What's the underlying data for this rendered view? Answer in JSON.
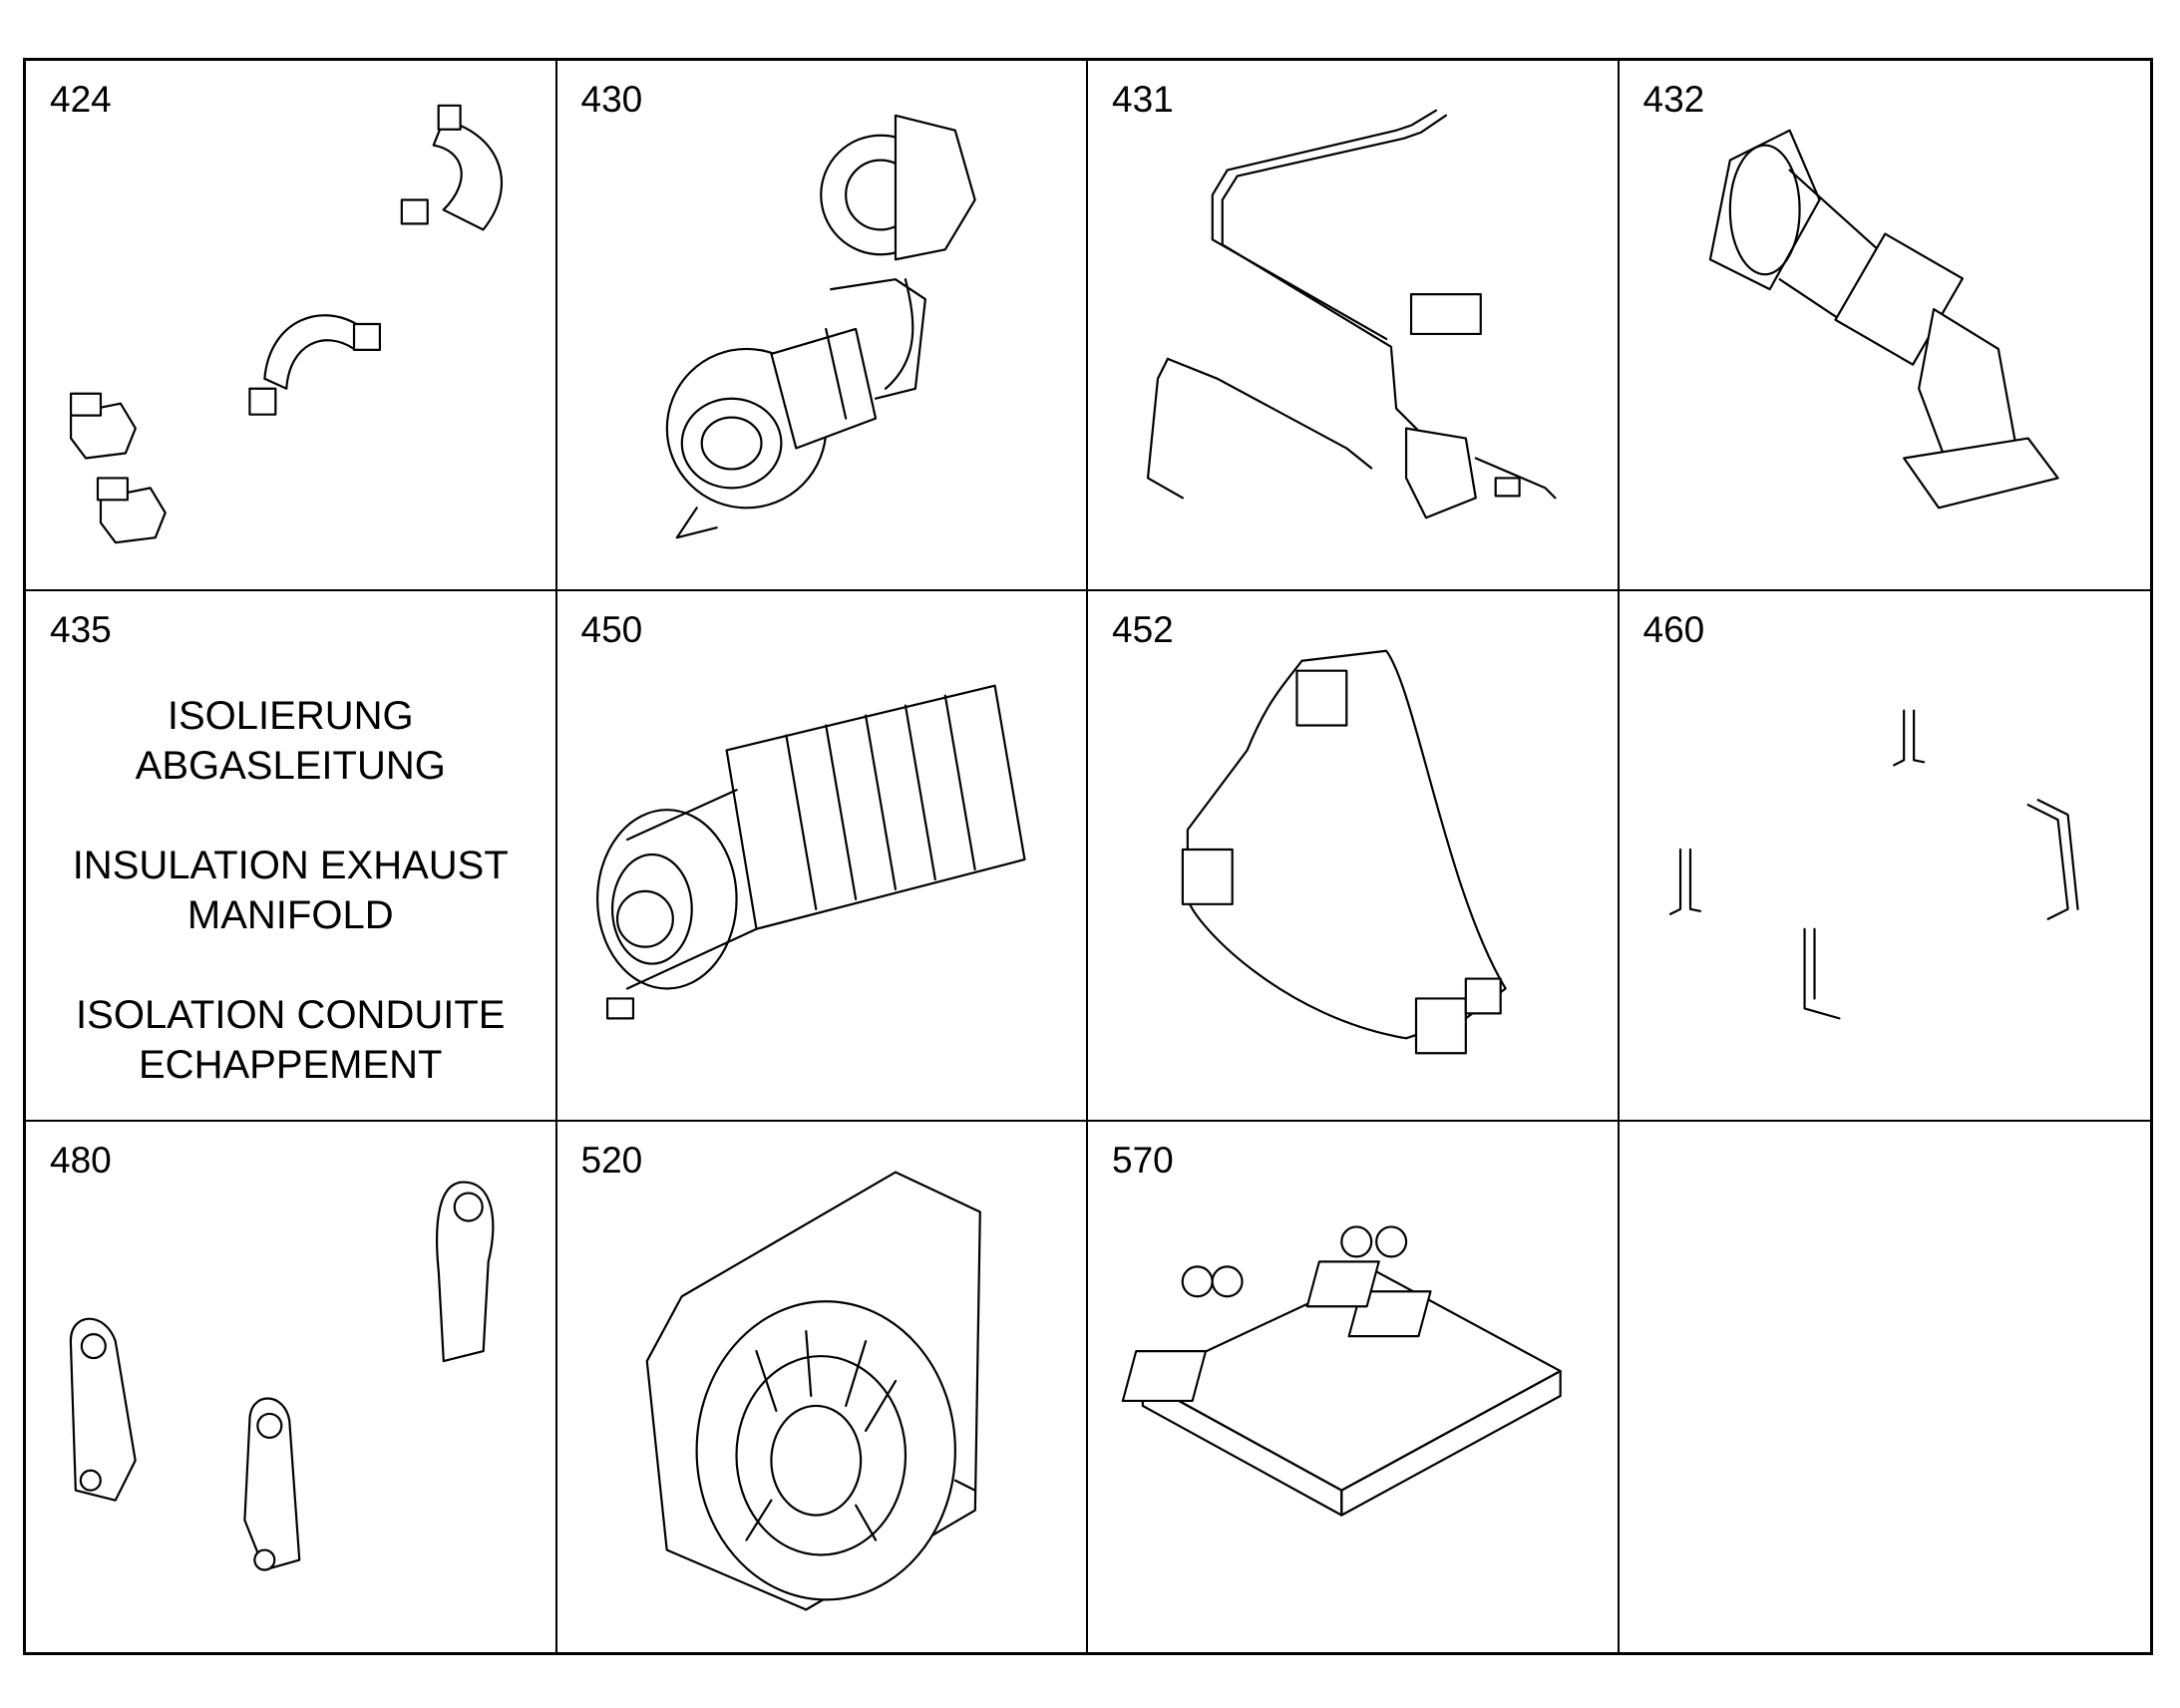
{
  "cells": [
    {
      "number": "424",
      "icon": "clamps-and-plugs-illustration"
    },
    {
      "number": "430",
      "icon": "turbocharger-illustration"
    },
    {
      "number": "431",
      "icon": "pipe-lines-illustration"
    },
    {
      "number": "432",
      "icon": "exhaust-pipe-illustration"
    },
    {
      "number": "435",
      "notes": [
        "ISOLIERUNG\nABGASLEITUNG",
        "INSULATION EXHAUST\nMANIFOLD",
        "ISOLATION CONDUITE\nECHAPPEMENT"
      ]
    },
    {
      "number": "450",
      "icon": "starter-motor-illustration"
    },
    {
      "number": "452",
      "icon": "bracket-illustration"
    },
    {
      "number": "460",
      "icon": "holders-illustration"
    },
    {
      "number": "480",
      "icon": "lifting-eyes-illustration"
    },
    {
      "number": "520",
      "icon": "flywheel-housing-illustration"
    },
    {
      "number": "570",
      "icon": "control-unit-illustration"
    },
    {
      "number": ""
    }
  ],
  "colors": {
    "line": "#000000",
    "background": "#ffffff"
  }
}
